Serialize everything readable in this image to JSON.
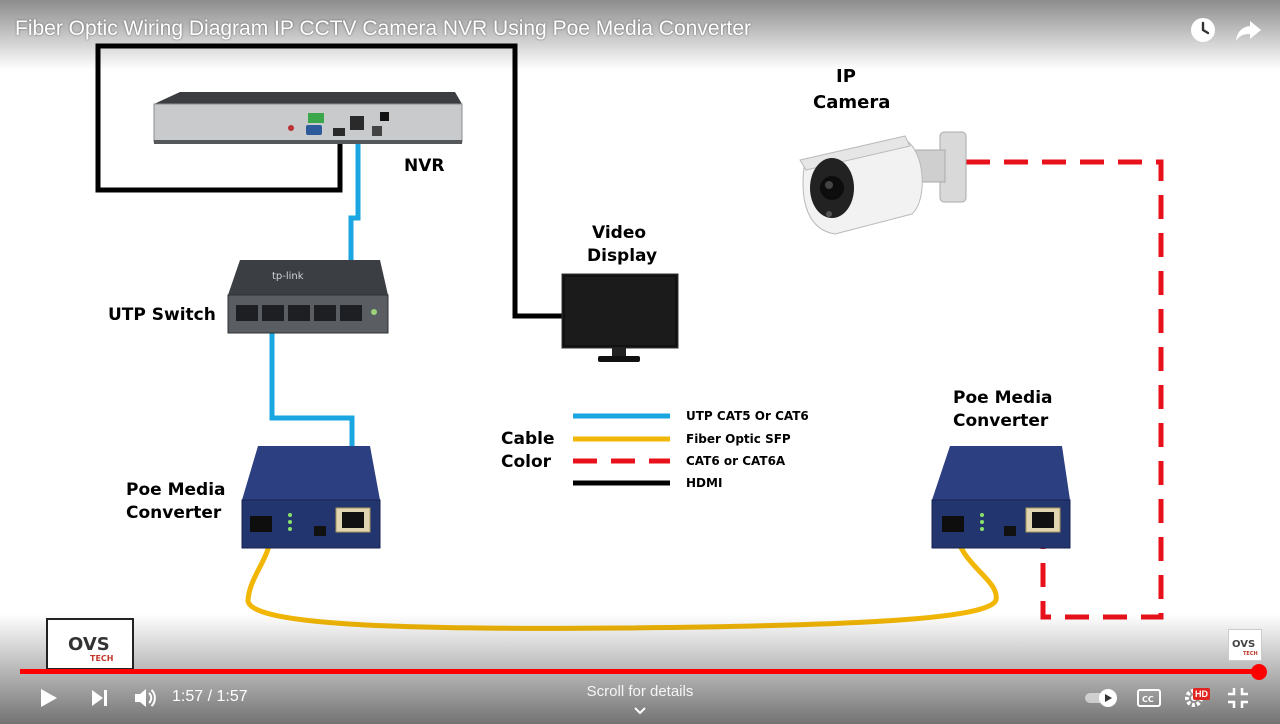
{
  "video": {
    "title": "Fiber Optic Wiring Diagram IP CCTV Camera NVR Using Poe Media Converter"
  },
  "diagram": {
    "labels": {
      "nvr": "NVR",
      "ip_camera_line1": "IP",
      "ip_camera_line2": "Camera",
      "video_display_line1": "Video",
      "video_display_line2": "Display",
      "utp_switch": "UTP Switch",
      "poe_left_line1": "Poe Media",
      "poe_left_line2": "Converter",
      "poe_right_line1": "Poe Media",
      "poe_right_line2": "Converter",
      "switch_brand": "tp-link",
      "cable_line1": "Cable",
      "cable_line2": "Color"
    },
    "legend": [
      {
        "label": "UTP CAT5 Or CAT6",
        "color": "#1aa6e0",
        "style": "solid"
      },
      {
        "label": "Fiber Optic SFP",
        "color": "#f2b705",
        "style": "solid"
      },
      {
        "label": "CAT6 or CAT6A",
        "color": "#e8101a",
        "style": "dashed"
      },
      {
        "label": "HDMI",
        "color": "#000000",
        "style": "solid"
      }
    ],
    "colors": {
      "utp": "#1aa6e0",
      "fiber": "#f2b705",
      "cat6": "#e8101a",
      "hdmi": "#000000",
      "converter_blue": "#23356f"
    }
  },
  "branding": {
    "logo_line1": "OVS",
    "logo_line2": "TECH"
  },
  "player": {
    "current_time": "1:57",
    "separator": "/",
    "duration": "1:57",
    "time_display": "1:57 / 1:57",
    "progress": 1.0,
    "scroll_hint": "Scroll for details",
    "hd_badge": "HD",
    "accent_color": "#ff0000",
    "icons": [
      "watch-later-icon",
      "share-icon",
      "play-icon",
      "next-icon",
      "volume-icon",
      "autoplay-toggle-icon",
      "captions-icon",
      "settings-icon",
      "exit-fullscreen-icon",
      "chevron-down-icon"
    ]
  }
}
